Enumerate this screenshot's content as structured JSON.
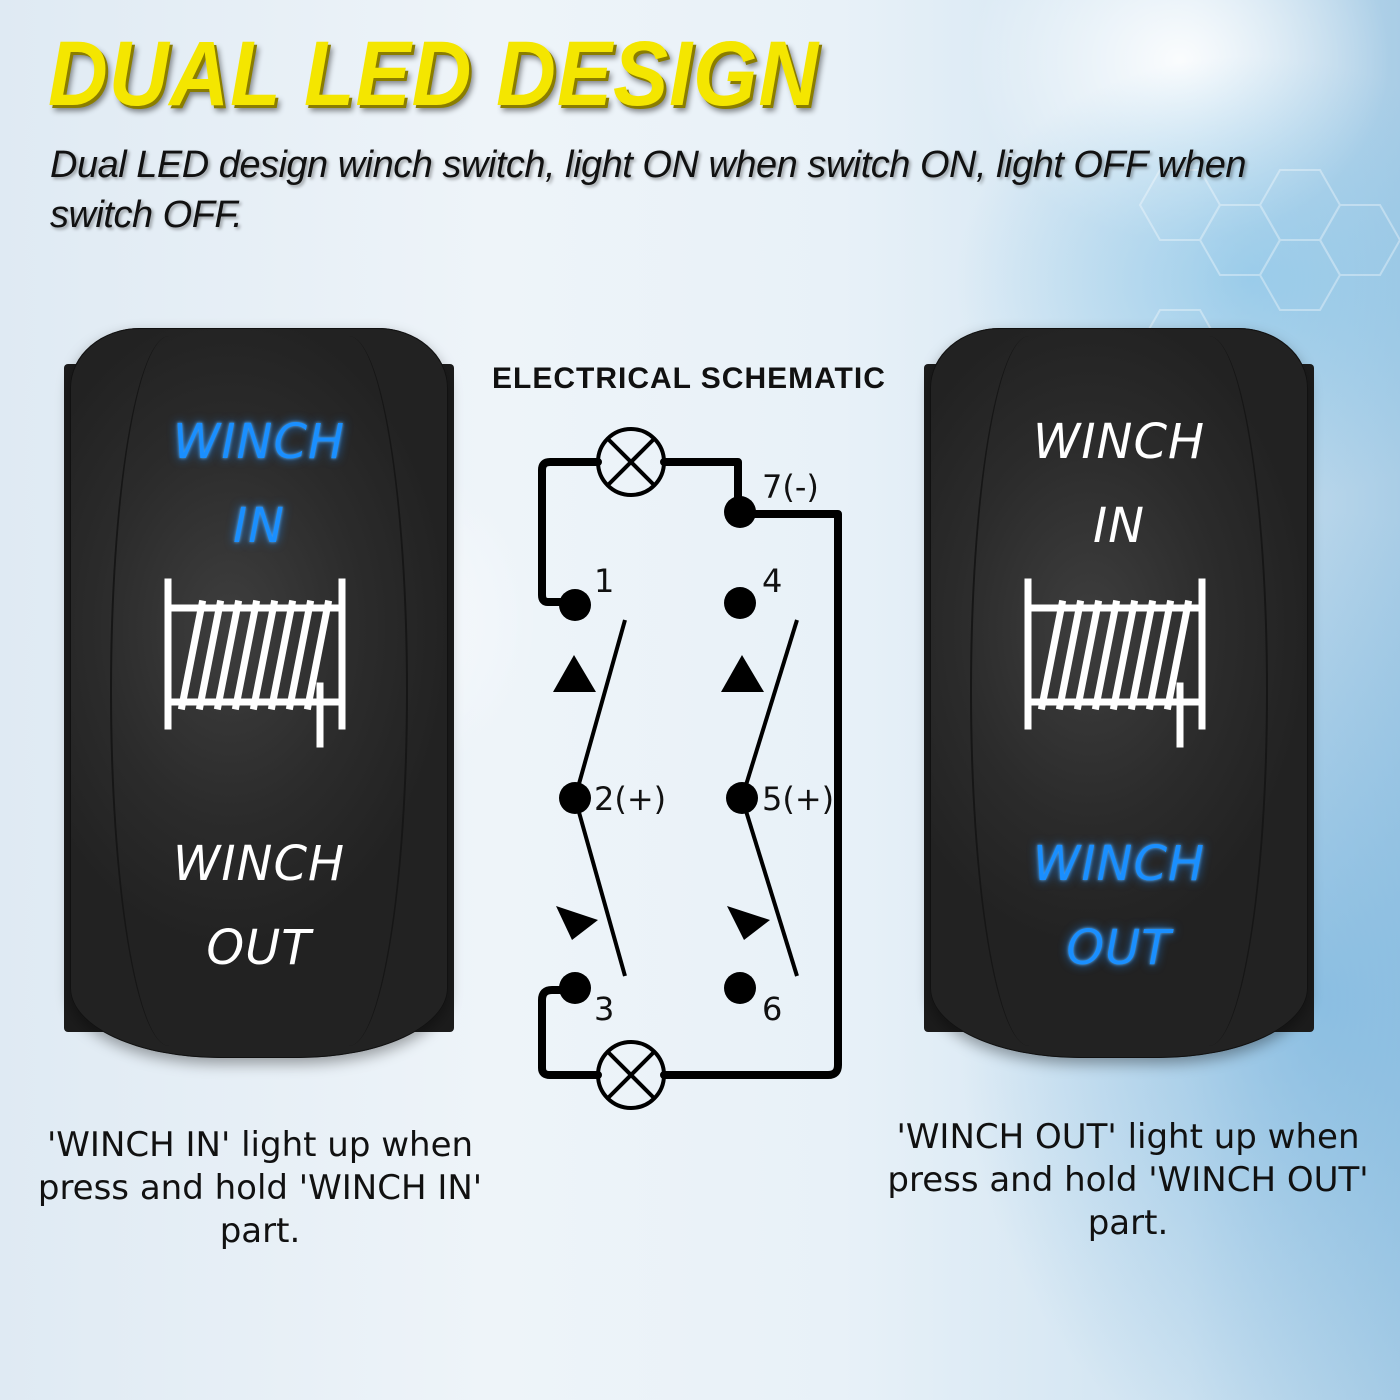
{
  "header": {
    "title": "DUAL LED DESIGN",
    "subtitle": "Dual LED design winch switch, light ON when switch ON, light OFF when switch OFF."
  },
  "colors": {
    "title_yellow": "#f4e600",
    "led_blue": "#1a8fff",
    "switch_body": "#2b2b2b",
    "text_dark": "#111111"
  },
  "switches": {
    "left": {
      "state": "WINCH IN lit",
      "top_legend": [
        "WINCH",
        "IN"
      ],
      "bottom_legend": [
        "WINCH",
        "OUT"
      ],
      "top_lit": true,
      "bottom_lit": false,
      "icon": "winch-drum-icon",
      "caption": "'WINCH IN' light up when press and hold 'WINCH IN' part."
    },
    "right": {
      "state": "WINCH OUT lit",
      "top_legend": [
        "WINCH",
        "IN"
      ],
      "bottom_legend": [
        "WINCH",
        "OUT"
      ],
      "top_lit": false,
      "bottom_lit": true,
      "icon": "winch-drum-icon",
      "caption": "'WINCH OUT' light up when press and hold 'WINCH OUT' part."
    }
  },
  "schematic": {
    "title": "ELECTRICAL SCHEMATIC",
    "pins": [
      {
        "id": "1",
        "label": "1"
      },
      {
        "id": "2",
        "label": "2(+)"
      },
      {
        "id": "3",
        "label": "3"
      },
      {
        "id": "4",
        "label": "4"
      },
      {
        "id": "5",
        "label": "5(+)"
      },
      {
        "id": "6",
        "label": "6"
      },
      {
        "id": "7",
        "label": "7(-)"
      }
    ],
    "lamps": [
      "lamp-top",
      "lamp-bottom"
    ],
    "symbols": [
      "up-arrow",
      "up-arrow",
      "down-arrow",
      "down-arrow"
    ]
  }
}
